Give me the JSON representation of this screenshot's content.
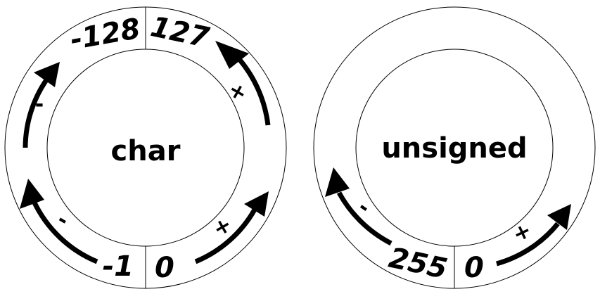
{
  "colors": {
    "background": "#ffffff",
    "ink": "#000000"
  },
  "char_wheel": {
    "title": "char",
    "top_left_value": "-128",
    "top_right_value": "127",
    "bottom_left_value": "-1",
    "bottom_right_value": "0",
    "upper_left_sign": "-",
    "upper_right_sign": "+",
    "lower_left_sign": "-",
    "lower_right_sign": "+"
  },
  "unsigned_wheel": {
    "title": "unsigned",
    "bottom_left_value": "255",
    "bottom_right_value": "0",
    "left_sign": "-",
    "right_sign": "+"
  }
}
